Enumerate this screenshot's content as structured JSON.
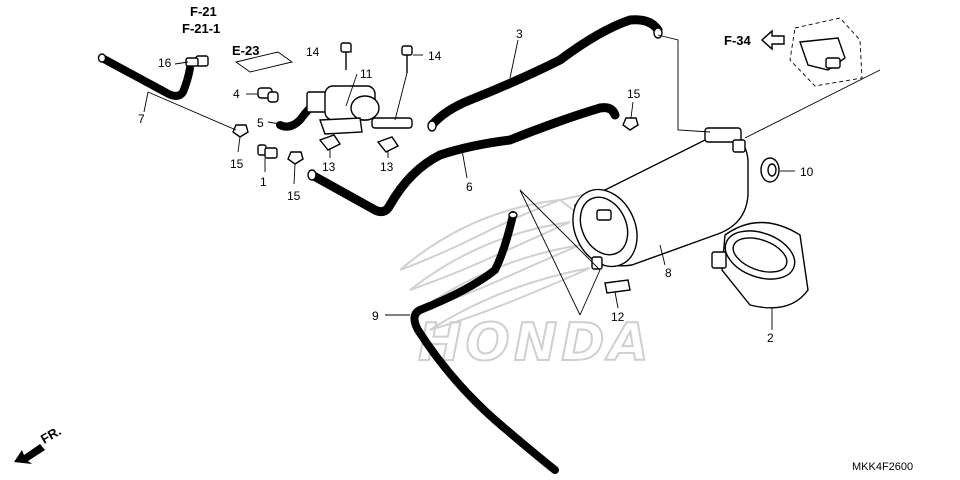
{
  "diagram": {
    "watermark": "HONDA",
    "diagram_code": "MKK4F2600",
    "front_marker": "FR.",
    "references": [
      "F-21",
      "F-21-1",
      "E-23",
      "F-34"
    ],
    "callouts": [
      "1",
      "2",
      "3",
      "4",
      "5",
      "6",
      "7",
      "8",
      "9",
      "10",
      "11",
      "12",
      "13",
      "13",
      "14",
      "14",
      "15",
      "15",
      "15",
      "16"
    ]
  }
}
